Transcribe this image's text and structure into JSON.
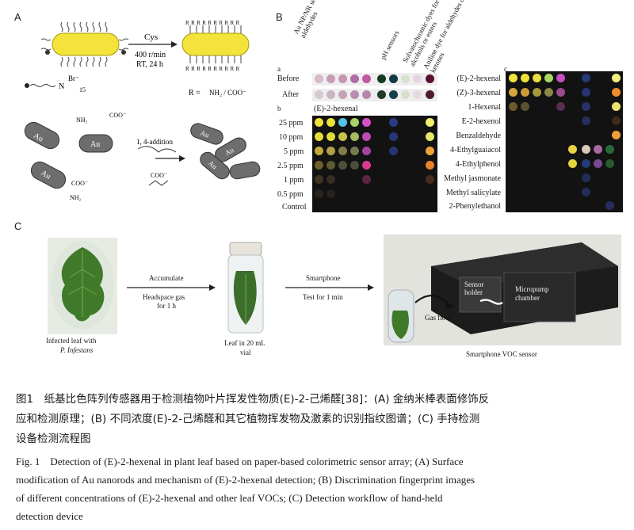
{
  "panel_labels": {
    "a_main": "A",
    "b_main": "B",
    "c_main": "C",
    "b_sub_a": "a",
    "b_sub_b": "b",
    "b_sub_c": "c"
  },
  "panel_a": {
    "reagent": "Cys",
    "conditions_1": "400 r/min",
    "conditions_2": "RT, 24 h",
    "surfactant_subscript": "15",
    "surfactant_label": "Br⁻",
    "r_def": "R =",
    "r_group": "NH₂ / COO⁻",
    "addition_label": "1, 4-addition",
    "au_labels": [
      "Au",
      "Au",
      "Au",
      "Au",
      "Au",
      "Au"
    ]
  },
  "panel_b": {
    "column_headers": [
      "Au NP/NR sensors for α,β-unsaturated aldehydes",
      "pH sensors",
      "Solvatochromic dyes for alcohols or esters",
      "Aniline dye for aldehydes or ketones"
    ],
    "before_label": "Before",
    "after_label": "After",
    "hexenal_header": "(E)-2-hexenal",
    "concentrations": [
      "25 ppm",
      "10 ppm",
      "5 ppm",
      "2.5 ppm",
      "1 ppm",
      "0.5 ppm",
      "Control"
    ],
    "voc_rows": [
      "(E)-2-hexenal",
      "(Z)-3-hexenal",
      "1-Hexenal",
      "E-2-hexenol",
      "Benzaldehyde",
      "4-Ethylguaiacol",
      "4-Ethylphenol",
      "Methyl jasmonate",
      "Methyl salicylate",
      "2-Phenylethanol"
    ]
  },
  "panel_c": {
    "step1_arrow_top": "Accumulate",
    "step1_arrow_bottom_1": "Headspace gas",
    "step1_arrow_bottom_2": "for 1 h",
    "step2_arrow_top": "Smartphone",
    "step2_arrow_bottom": "Test for 1 min",
    "leaf_caption_1": "Infected leaf with",
    "leaf_caption_2": "P. Infestans",
    "vial_caption_1": "Leaf in 20 mL",
    "vial_caption_2": "vial",
    "device_caption": "Smartphone VOC sensor",
    "device_sensor_holder": "Sensor holder",
    "device_micropump": "Micropump chamber",
    "device_gas_flow": "Gas flow"
  },
  "caption": {
    "cn_line1": "图1　纸基比色阵列传感器用于检测植物叶片挥发性物质(E)-2-己烯醛[38]：(A) 金纳米棒表面修饰反",
    "cn_line2": "应和检测原理；(B) 不同浓度(E)-2-己烯醛和其它植物挥发物及激素的识别指纹图谱；(C) 手持检测",
    "cn_line3": "设备检测流程图",
    "en_line1": "Fig. 1　Detection of (E)-2-hexenal in plant leaf based on paper-based colorimetric sensor array; (A) Surface",
    "en_line2": "modification of Au nanorods and mechanism of (E)-2-hexenal detection; (B) Discrimination fingerprint images",
    "en_line3": "of different concentrations of (E)-2-hexenal and other leaf VOCs; (C) Detection workflow of hand-held",
    "en_line4": "detection device"
  },
  "colors": {
    "grid_bg": "#121212",
    "gold_rod": "#f3e33a",
    "rod_grey": "#6d6d6d"
  }
}
